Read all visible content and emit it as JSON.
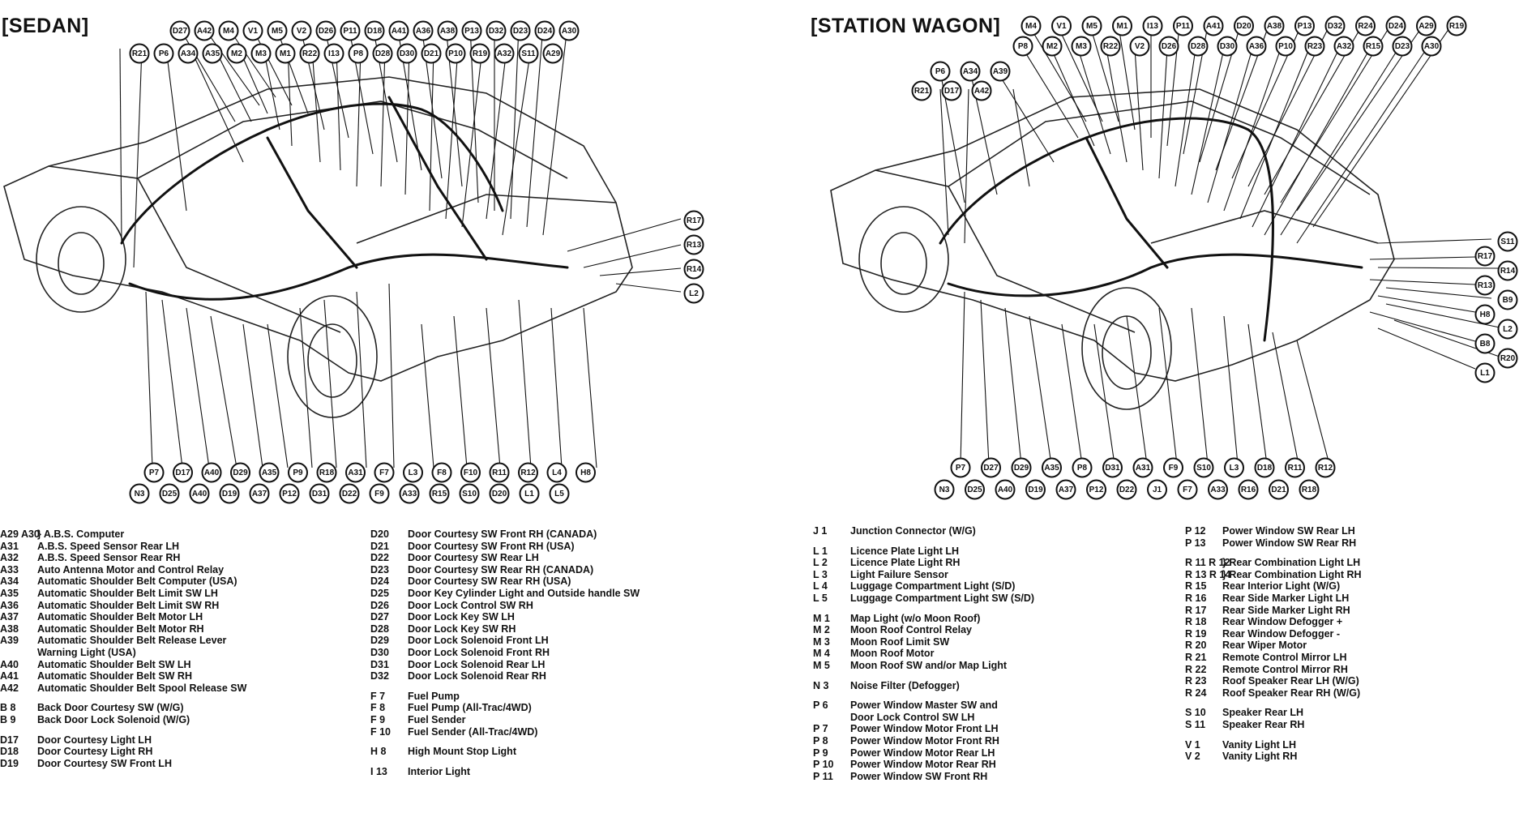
{
  "sedan": {
    "title": "[SEDAN]",
    "top_row1": [
      "D27",
      "A42",
      "M4",
      "V1",
      "M5",
      "V2",
      "D26",
      "P11",
      "D18",
      "A41",
      "A36",
      "A38",
      "P13",
      "D32",
      "D23",
      "D24",
      "A30"
    ],
    "top_row2": [
      "R21",
      "P6",
      "A34",
      "A35",
      "M2",
      "M3",
      "M1",
      "R22",
      "I13",
      "P8",
      "D28",
      "D30",
      "D21",
      "P10",
      "R19",
      "A32",
      "S11",
      "A29"
    ],
    "right_col": [
      "R17",
      "R13",
      "R14",
      "L2"
    ],
    "bottom_row1": [
      "P7",
      "D17",
      "A40",
      "D29",
      "A35",
      "P9",
      "R18",
      "A31",
      "F7",
      "L3",
      "F8",
      "F10",
      "R11",
      "R12",
      "L4",
      "H8"
    ],
    "bottom_row2": [
      "N3",
      "D25",
      "A40",
      "D19",
      "A37",
      "P12",
      "D31",
      "D22",
      "F9",
      "A33",
      "R15",
      "S10",
      "D20",
      "L1",
      "L5"
    ]
  },
  "wagon": {
    "title": "[STATION WAGON]",
    "top_row1": [
      "M4",
      "V1",
      "M5",
      "M1",
      "I13",
      "P11",
      "A41",
      "D20",
      "A38",
      "P13",
      "D32",
      "R24",
      "D24",
      "A29",
      "R19"
    ],
    "top_row2": [
      "P8",
      "M2",
      "M3",
      "R22",
      "V2",
      "D26",
      "D28",
      "D30",
      "A36",
      "P10",
      "R23",
      "A32",
      "R15",
      "D23",
      "A30"
    ],
    "top_row3": [
      "P6",
      "A34",
      "A39"
    ],
    "top_row4": [
      "R21",
      "D17",
      "A42"
    ],
    "right_col": [
      "S11",
      "R17",
      "R14",
      "R13",
      "B9",
      "H8",
      "L2",
      "B8",
      "R20",
      "L1"
    ],
    "bottom_row1": [
      "P7",
      "D27",
      "D29",
      "A35",
      "P8",
      "D31",
      "A31",
      "F9",
      "S10",
      "L3",
      "D18",
      "R11",
      "R12"
    ],
    "bottom_row2": [
      "N3",
      "D25",
      "A40",
      "D19",
      "A37",
      "P12",
      "D22",
      "J1",
      "F7",
      "A33",
      "R16",
      "D21",
      "R18"
    ]
  },
  "legend_col1": [
    {
      "code": "A29 A30",
      "text": "} A.B.S. Computer"
    },
    {
      "code": "A31",
      "text": "A.B.S. Speed Sensor Rear LH"
    },
    {
      "code": "A32",
      "text": "A.B.S. Speed Sensor Rear RH"
    },
    {
      "code": "A33",
      "text": "Auto Antenna Motor and Control Relay"
    },
    {
      "code": "A34",
      "text": "Automatic Shoulder Belt Computer (USA)"
    },
    {
      "code": "A35",
      "text": "Automatic Shoulder Belt Limit SW LH"
    },
    {
      "code": "A36",
      "text": "Automatic Shoulder Belt Limit SW RH"
    },
    {
      "code": "A37",
      "text": "Automatic Shoulder Belt Motor LH"
    },
    {
      "code": "A38",
      "text": "Automatic Shoulder Belt Motor RH"
    },
    {
      "code": "A39",
      "text": "Automatic Shoulder Belt Release Lever"
    },
    {
      "code": "",
      "text": "Warning Light (USA)"
    },
    {
      "code": "A40",
      "text": "Automatic Shoulder Belt SW LH"
    },
    {
      "code": "A41",
      "text": "Automatic Shoulder Belt SW RH"
    },
    {
      "code": "A42",
      "text": "Automatic Shoulder Belt Spool Release SW"
    },
    {
      "gap": true
    },
    {
      "code": "B 8",
      "text": "Back Door Courtesy SW (W/G)"
    },
    {
      "code": "B 9",
      "text": "Back Door Lock Solenoid (W/G)"
    },
    {
      "gap": true
    },
    {
      "code": "D17",
      "text": "Door Courtesy Light LH"
    },
    {
      "code": "D18",
      "text": "Door Courtesy Light RH"
    },
    {
      "code": "D19",
      "text": "Door Courtesy SW Front LH"
    }
  ],
  "legend_col2": [
    {
      "code": "D20",
      "text": "Door Courtesy SW Front RH (CANADA)"
    },
    {
      "code": "D21",
      "text": "Door Courtesy SW Front RH (USA)"
    },
    {
      "code": "D22",
      "text": "Door Courtesy SW Rear LH"
    },
    {
      "code": "D23",
      "text": "Door Courtesy SW Rear RH (CANADA)"
    },
    {
      "code": "D24",
      "text": "Door Courtesy SW Rear RH (USA)"
    },
    {
      "code": "D25",
      "text": "Door Key Cylinder Light and Outside handle SW"
    },
    {
      "code": "D26",
      "text": "Door Lock Control SW RH"
    },
    {
      "code": "D27",
      "text": "Door Lock Key SW LH"
    },
    {
      "code": "D28",
      "text": "Door Lock Key SW RH"
    },
    {
      "code": "D29",
      "text": "Door Lock Solenoid Front LH"
    },
    {
      "code": "D30",
      "text": "Door Lock Solenoid Front RH"
    },
    {
      "code": "D31",
      "text": "Door Lock Solenoid Rear LH"
    },
    {
      "code": "D32",
      "text": "Door Lock Solenoid Rear RH"
    },
    {
      "gap": true
    },
    {
      "code": "F 7",
      "text": "Fuel Pump"
    },
    {
      "code": "F 8",
      "text": "Fuel Pump (All-Trac/4WD)"
    },
    {
      "code": "F 9",
      "text": "Fuel Sender"
    },
    {
      "code": "F 10",
      "text": "Fuel Sender (All-Trac/4WD)"
    },
    {
      "gap": true
    },
    {
      "code": "H 8",
      "text": "High Mount Stop Light"
    },
    {
      "gap": true
    },
    {
      "code": "I 13",
      "text": "Interior Light"
    }
  ],
  "legend_col3": [
    {
      "code": "J 1",
      "text": "Junction Connector (W/G)"
    },
    {
      "gap": true
    },
    {
      "code": "L 1",
      "text": "Licence Plate Light LH"
    },
    {
      "code": "L 2",
      "text": "Licence Plate Light RH"
    },
    {
      "code": "L 3",
      "text": "Light Failure Sensor"
    },
    {
      "code": "L 4",
      "text": "Luggage Compartment Light (S/D)"
    },
    {
      "code": "L 5",
      "text": "Luggage Compartment Light SW (S/D)"
    },
    {
      "gap": true
    },
    {
      "code": "M 1",
      "text": "Map Light (w/o Moon Roof)"
    },
    {
      "code": "M 2",
      "text": "Moon Roof Control Relay"
    },
    {
      "code": "M 3",
      "text": "Moon Roof Limit SW"
    },
    {
      "code": "M 4",
      "text": "Moon Roof Motor"
    },
    {
      "code": "M 5",
      "text": "Moon Roof SW and/or Map Light"
    },
    {
      "gap": true
    },
    {
      "code": "N 3",
      "text": "Noise Filter (Defogger)"
    },
    {
      "gap": true
    },
    {
      "code": "P 6",
      "text": "Power Window Master SW and"
    },
    {
      "code": "",
      "text": "Door Lock Control SW LH"
    },
    {
      "code": "P 7",
      "text": "Power Window Motor Front LH"
    },
    {
      "code": "P 8",
      "text": "Power Window Motor Front RH"
    },
    {
      "code": "P 9",
      "text": "Power Window Motor Rear LH"
    },
    {
      "code": "P 10",
      "text": "Power Window Motor Rear RH"
    },
    {
      "code": "P 11",
      "text": "Power Window SW Front RH"
    }
  ],
  "legend_col4": [
    {
      "code": "P 12",
      "text": "Power Window SW Rear LH"
    },
    {
      "code": "P 13",
      "text": "Power Window SW Rear RH"
    },
    {
      "gap": true
    },
    {
      "code": "R 11 R 12",
      "text": "} Rear Combination Light LH"
    },
    {
      "code": "R 13 R 14",
      "text": "} Rear Combination Light RH"
    },
    {
      "code": "R 15",
      "text": "Rear Interior Light (W/G)"
    },
    {
      "code": "R 16",
      "text": "Rear Side Marker Light LH"
    },
    {
      "code": "R 17",
      "text": "Rear Side Marker Light RH"
    },
    {
      "code": "R 18",
      "text": "Rear Window Defogger +"
    },
    {
      "code": "R 19",
      "text": "Rear Window Defogger -"
    },
    {
      "code": "R 20",
      "text": "Rear Wiper Motor"
    },
    {
      "code": "R 21",
      "text": "Remote Control Mirror LH"
    },
    {
      "code": "R 22",
      "text": "Remote Control Mirror RH"
    },
    {
      "code": "R 23",
      "text": "Roof Speaker Rear LH (W/G)"
    },
    {
      "code": "R 24",
      "text": "Roof Speaker Rear RH (W/G)"
    },
    {
      "gap": true
    },
    {
      "code": "S 10",
      "text": "Speaker Rear LH"
    },
    {
      "code": "S 11",
      "text": "Speaker Rear RH"
    },
    {
      "gap": true
    },
    {
      "code": "V 1",
      "text": "Vanity Light LH"
    },
    {
      "code": "V 2",
      "text": "Vanity Light RH"
    }
  ]
}
